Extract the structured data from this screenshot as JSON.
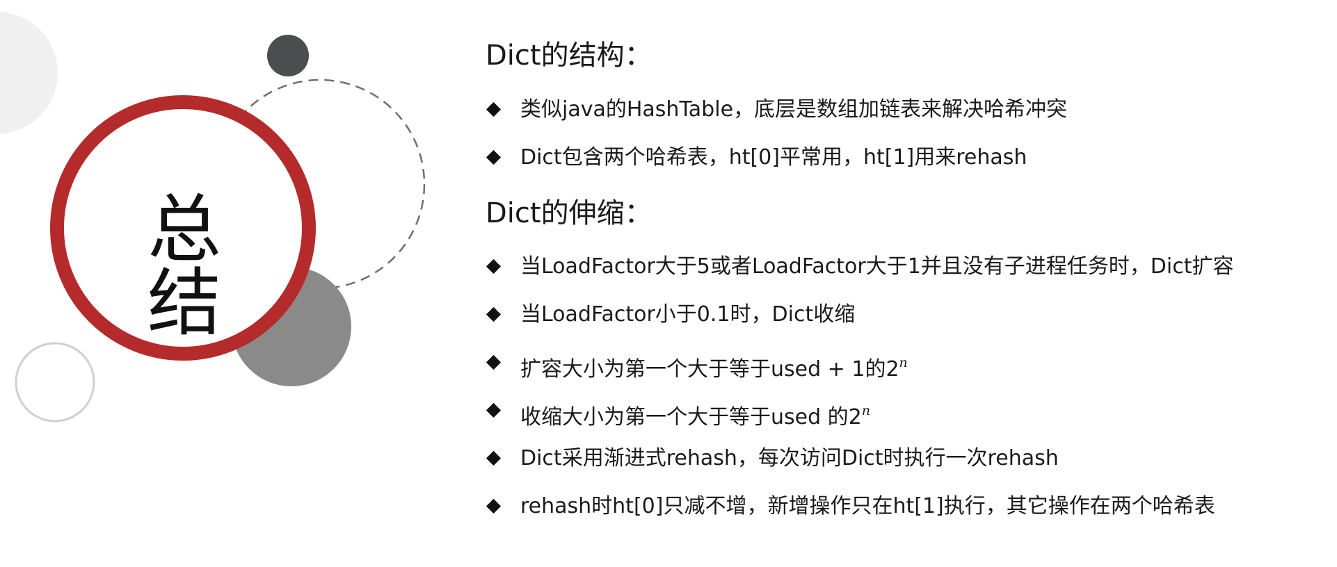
{
  "title": "总结",
  "sections": [
    {
      "heading": "Dict的结构：",
      "items": [
        {
          "text": "类似java的HashTable，底层是数组加链表来解决哈希冲突"
        },
        {
          "text": "Dict包含两个哈希表，ht[0]平常用，ht[1]用来rehash"
        }
      ]
    },
    {
      "heading": "Dict的伸缩：",
      "items": [
        {
          "text": "当LoadFactor大于5或者LoadFactor大于1并且没有子进程任务时，Dict扩容"
        },
        {
          "text": "当LoadFactor小于0.1时，Dict收缩"
        },
        {
          "text": "扩容大小为第一个大于等于used + 1的2",
          "sup": "n"
        },
        {
          "text": "收缩大小为第一个大于等于used 的2",
          "sup": "n"
        },
        {
          "text": "Dict采用渐进式rehash，每次访问Dict时执行一次rehash"
        },
        {
          "text": "rehash时ht[0]只减不增，新增操作只在ht[1]执行，其它操作在两个哈希表"
        }
      ]
    }
  ],
  "colors": {
    "accent_red": "#b52b2b",
    "dark_circle": "#4a4e4e",
    "gray_circle": "#8a8a8a"
  }
}
